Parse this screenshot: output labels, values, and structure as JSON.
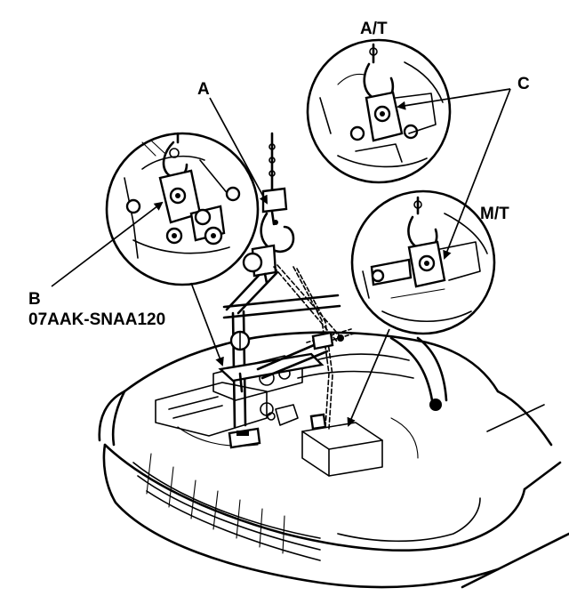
{
  "labels": {
    "at": "A/T",
    "a": "A",
    "c": "C",
    "mt": "M/T",
    "b": "B",
    "part_number": "07AAK-SNAA120"
  },
  "colors": {
    "ink": "#000000",
    "paper": "#ffffff"
  }
}
